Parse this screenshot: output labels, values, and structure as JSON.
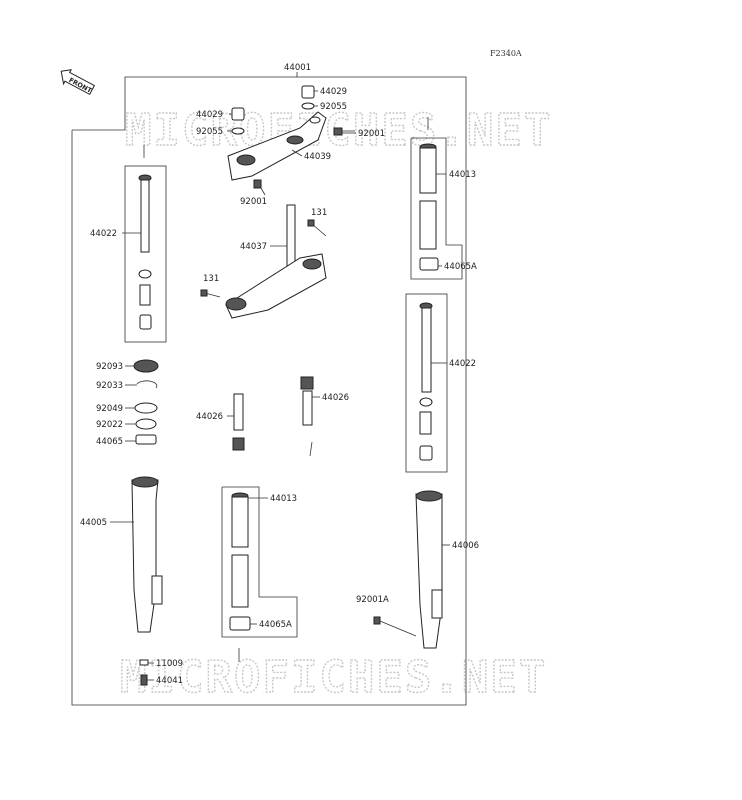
{
  "figure_code": "F2340A",
  "front_label": "FRONT",
  "watermark": "MICROFICHES.NET",
  "labels": [
    {
      "id": "44001",
      "text": "44001"
    },
    {
      "id": "44029a",
      "text": "44029"
    },
    {
      "id": "92055a",
      "text": "92055"
    },
    {
      "id": "44029b",
      "text": "44029"
    },
    {
      "id": "92055b",
      "text": "92055"
    },
    {
      "id": "92001a",
      "text": "92001"
    },
    {
      "id": "44039",
      "text": "44039"
    },
    {
      "id": "92001b",
      "text": "92001"
    },
    {
      "id": "131a",
      "text": "131"
    },
    {
      "id": "44037",
      "text": "44037"
    },
    {
      "id": "131b",
      "text": "131"
    },
    {
      "id": "44022a",
      "text": "44022"
    },
    {
      "id": "44013a",
      "text": "44013"
    },
    {
      "id": "44065Aa",
      "text": "44065A"
    },
    {
      "id": "44022b",
      "text": "44022"
    },
    {
      "id": "92093",
      "text": "92093"
    },
    {
      "id": "92033",
      "text": "92033"
    },
    {
      "id": "92049",
      "text": "92049"
    },
    {
      "id": "92022",
      "text": "92022"
    },
    {
      "id": "44065",
      "text": "44065"
    },
    {
      "id": "44026a",
      "text": "44026"
    },
    {
      "id": "44026b",
      "text": "44026"
    },
    {
      "id": "44005",
      "text": "44005"
    },
    {
      "id": "44013b",
      "text": "44013"
    },
    {
      "id": "44065Ab",
      "text": "44065A"
    },
    {
      "id": "44006",
      "text": "44006"
    },
    {
      "id": "92001A",
      "text": "92001A"
    },
    {
      "id": "11009",
      "text": "11009"
    },
    {
      "id": "44041",
      "text": "44041"
    }
  ]
}
